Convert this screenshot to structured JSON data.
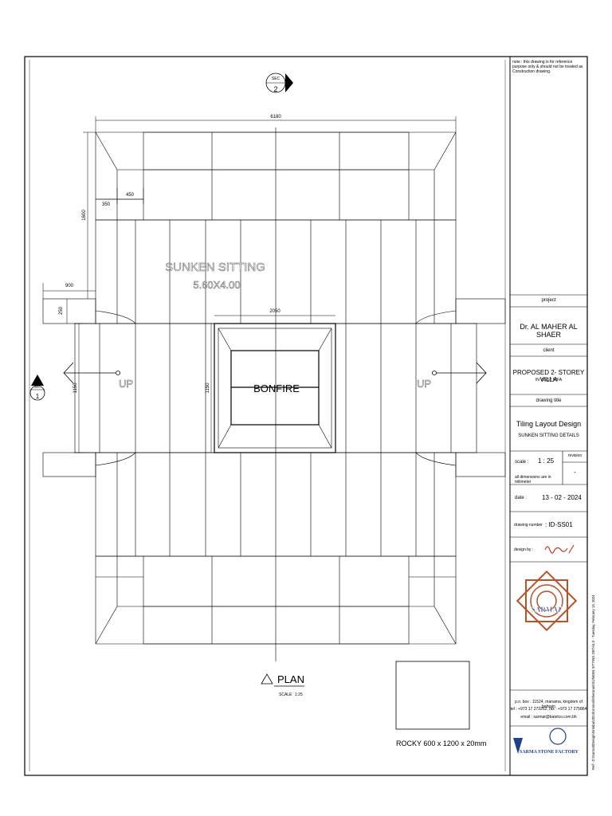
{
  "drawing": {
    "title": "PLAN",
    "scale_label": "SCALE",
    "scale_value": "1:25",
    "room_label": "SUNKEN SITTING",
    "room_size": "5.60X4.00",
    "center_label": "BONFIRE",
    "up_left": "UP",
    "up_right": "UP",
    "section_top_tag": "SEC",
    "section_top_no": "2",
    "section_left_tag": "SEC",
    "section_left_no": "1",
    "dims": {
      "overall_width": "6180",
      "left_height": "1600",
      "step_350": "350",
      "step_450": "450",
      "step_900": "900",
      "step_250": "250",
      "side_1150": "1150",
      "bonfire_width": "2050",
      "bonfire_height": "1150"
    },
    "material_note": "ROCKY 600 x 1200 x 20mm"
  },
  "title_block": {
    "note": "note : this drawing is for reference purpose only & should not be treated as Construction drawing.",
    "project_label": "project",
    "project_value": "Dr. AL MAHER AL SHAER",
    "client_label": "client",
    "client_value": "PROPOSED 2- STOREY VILLA",
    "client_sub": "IN WEST RIFA",
    "drawing_title_label": "drawing title",
    "drawing_title_1": "Tiling Layout Design",
    "drawing_title_2": "SUNKEN SITTING DETAILS",
    "scale_label": "scale :",
    "scale_value": "1 : 25",
    "revision_label": "revision",
    "revision_value": "-",
    "dims_note": "all dimensions are in milimeter",
    "date_label": "date :",
    "date_value": "13 - 02 - 2024",
    "drawing_number_label": "drawing number",
    "drawing_number_value": ": ID-SS01",
    "design_by_label": "design by :",
    "logo_text": "SARMAT",
    "address_1": "p.o. box : 11524, manama, kingdom of bahrain",
    "address_2": "tel : +973 17 273262, fax : +973 17 275864",
    "address_3": "email : sarmat@batelco.com.bh",
    "factory_text": "SARMA STONE FACTORY",
    "side_path": "Ref:- D:\\Sarmat\\Design\\Sintaba\\2024\\Ummali\\Sheronos\\SUNKEN SITTING DETAILS - Tuesday, February 13, 2024",
    "colors": {
      "logo": "#b5532a",
      "factory": "#1e3f8a"
    }
  }
}
